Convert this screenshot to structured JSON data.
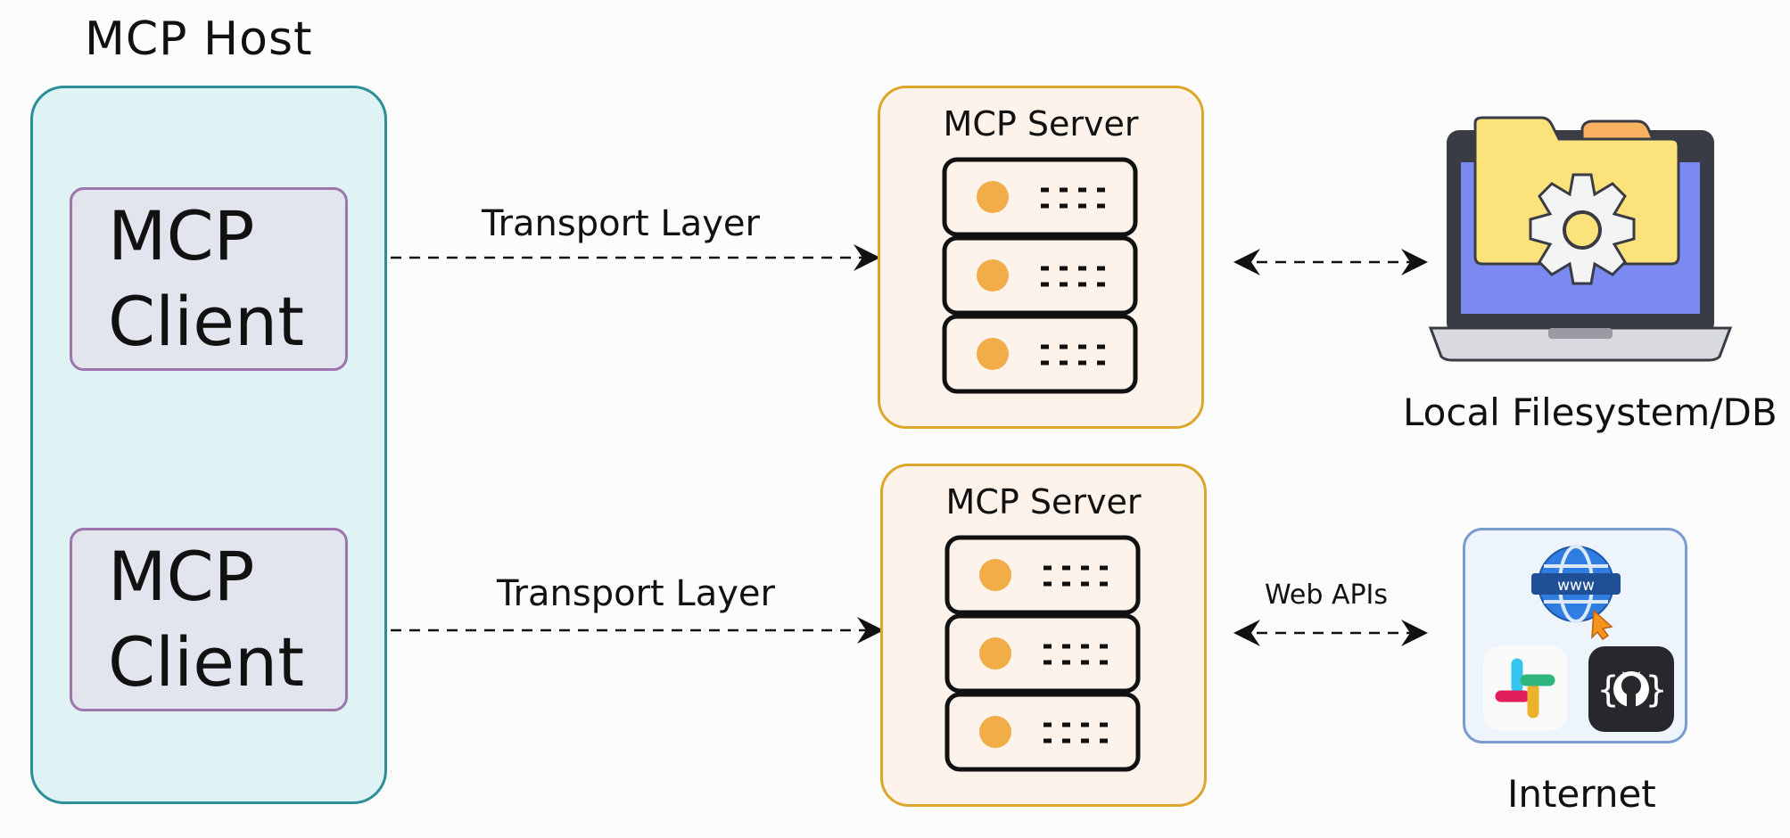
{
  "host": {
    "title": "MCP Host"
  },
  "clients": [
    {
      "line1": "MCP",
      "line2": "Client"
    },
    {
      "line1": "MCP",
      "line2": "Client"
    }
  ],
  "servers": [
    {
      "title": "MCP Server"
    },
    {
      "title": "MCP Server"
    }
  ],
  "connections": {
    "transport_top": "Transport Layer",
    "transport_bottom": "Transport Layer",
    "web_apis": "Web APIs"
  },
  "resources": {
    "local": "Local Filesystem/DB",
    "internet": "Internet"
  },
  "colors": {
    "host_fill": "#dff2f4",
    "host_border": "#2a8f96",
    "client_fill": "#e2e5ee",
    "client_border": "#9c75ad",
    "server_fill": "#fdf3ea",
    "server_border": "#dca62a",
    "internet_border": "#7a9bcf"
  }
}
